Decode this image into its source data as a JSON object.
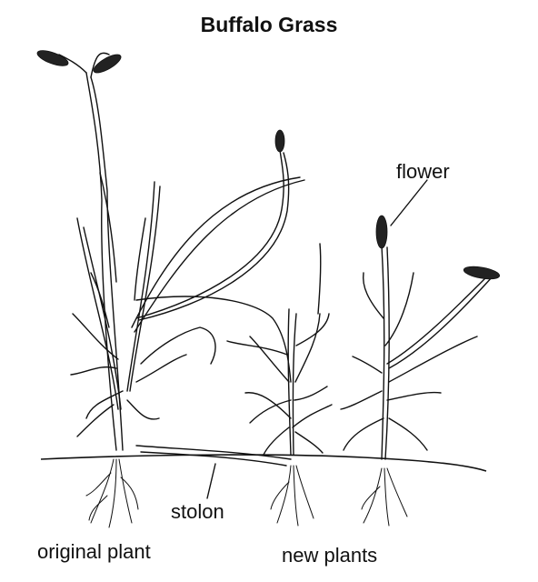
{
  "title": "Buffalo Grass",
  "labels": {
    "flower": "flower",
    "stolon": "stolon",
    "original_plant": "original plant",
    "new_plants": "new plants"
  }
}
